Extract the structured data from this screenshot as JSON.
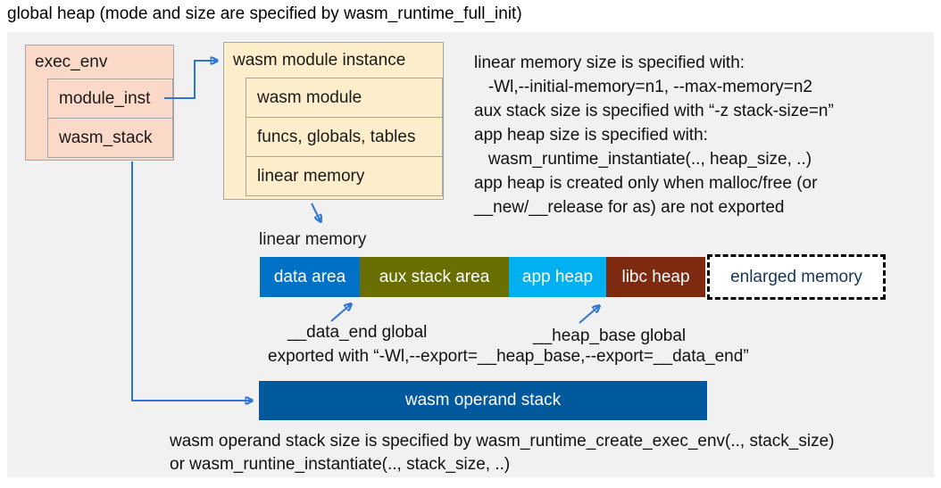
{
  "title": "global heap (mode and size are specified by wasm_runtime_full_init)",
  "exec_env": {
    "header": "exec_env",
    "rows": [
      {
        "label": "module_inst"
      },
      {
        "label": "wasm_stack"
      }
    ]
  },
  "module_instance": {
    "header": "wasm module instance",
    "rows": [
      {
        "label": "wasm module"
      },
      {
        "label": "funcs, globals, tables"
      },
      {
        "label": "linear memory"
      }
    ]
  },
  "notes": {
    "lines": [
      "linear memory size is specified with:",
      "   -Wl,--initial-memory=n1, --max-memory=n2",
      "aux stack size is specified with “-z stack-size=n”",
      "app heap size is specified with:",
      "   wasm_runtime_instantiate(.., heap_size, ..)",
      "app heap is created only when malloc/free (or",
      "__new/__release for as) are not exported"
    ]
  },
  "linear_memory": {
    "label": "linear memory",
    "segments": [
      {
        "label": "data area",
        "color": "#0071c5"
      },
      {
        "label": "aux stack area",
        "color": "#6a6e00"
      },
      {
        "label": "app heap",
        "color": "#00b0f0"
      },
      {
        "label": "libc heap",
        "color": "#7e2a10"
      },
      {
        "label": "enlarged memory",
        "color": "#ffffff",
        "border_style": "dashed"
      }
    ],
    "annotations": {
      "data_end": "__data_end global",
      "heap_base": "__heap_base global",
      "exported": "exported with “-Wl,--export=__heap_base,--export=__data_end”"
    }
  },
  "operand_stack": {
    "label": "wasm operand stack",
    "note_lines": [
      "wasm operand stack size is specified by wasm_runtime_create_exec_env(.., stack_size)",
      "or wasm_runtine_instantiate(.., stack_size, ..)"
    ]
  },
  "colors": {
    "panel_bg": "#f1f1f1",
    "exec_env_fill": "#fbd9c8",
    "module_instance_fill": "#fdeecb",
    "box_border": "#a6a6a6",
    "connector_blue": "#2e75d6",
    "data_area": "#0071c5",
    "aux_stack_area": "#6a6e00",
    "app_heap": "#00b0f0",
    "libc_heap": "#7e2a10",
    "operand_stack": "#00599d",
    "enlarged_memory_text": "#17365d"
  }
}
